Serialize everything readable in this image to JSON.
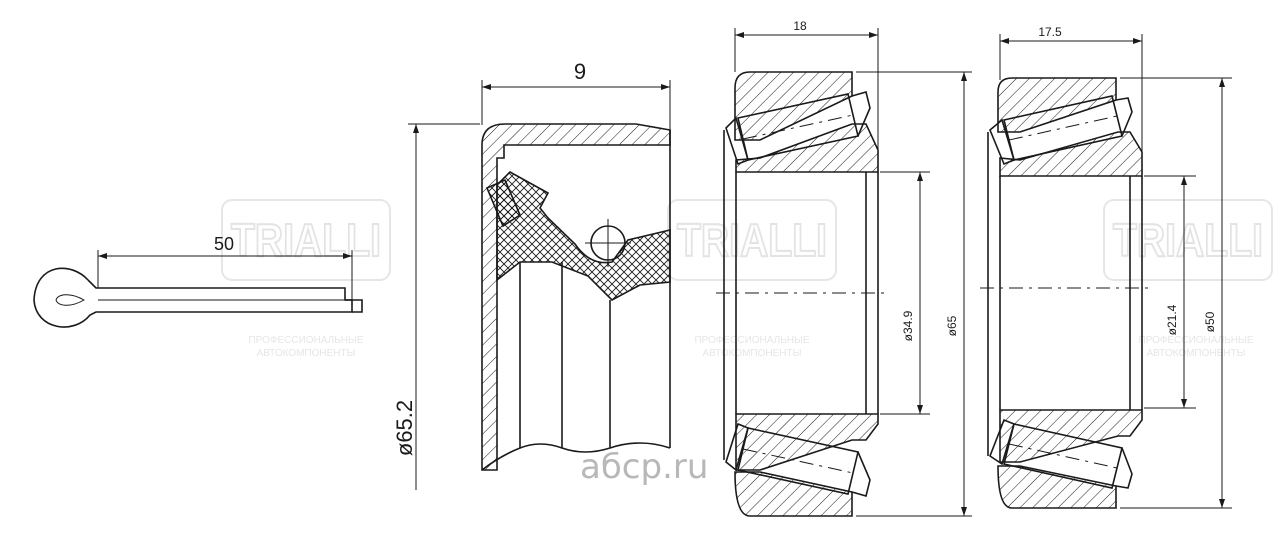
{
  "dimensions": {
    "pin_length": "50",
    "seal_width": "9",
    "seal_outer_diameter": "ø65.2",
    "bearing1_width": "18",
    "bearing1_inner_diameter": "ø34.9",
    "bearing1_outer_diameter": "ø65",
    "bearing2_width": "17.5",
    "bearing2_inner_diameter": "ø21.4",
    "bearing2_outer_diameter": "ø50"
  },
  "watermark": {
    "brand": "TRIALLI",
    "line1": "ПРОФЕССИОНАЛЬНЫЕ",
    "line2": "АВТОКОМПОНЕНТЫ"
  },
  "site_logo": "aбcp.ru"
}
